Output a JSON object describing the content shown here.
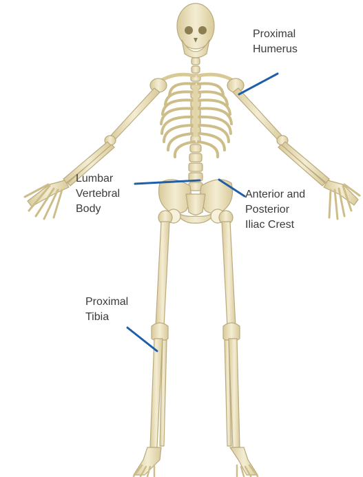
{
  "diagram": {
    "labels": {
      "proximal_humerus": [
        "Proximal",
        "Humerus"
      ],
      "lumbar_vertebral_body": [
        "Lumbar",
        "Vertebral",
        "Body"
      ],
      "iliac_crest": [
        "Anterior and",
        "Posterior",
        "Iliac Crest"
      ],
      "proximal_tibia": [
        "Proximal",
        "Tibia"
      ]
    },
    "colors": {
      "pointer": "#1f5ea8",
      "bone": "#efe6c7",
      "bone_outline": "#b9aa7c",
      "text": "#3a3a3a"
    }
  }
}
